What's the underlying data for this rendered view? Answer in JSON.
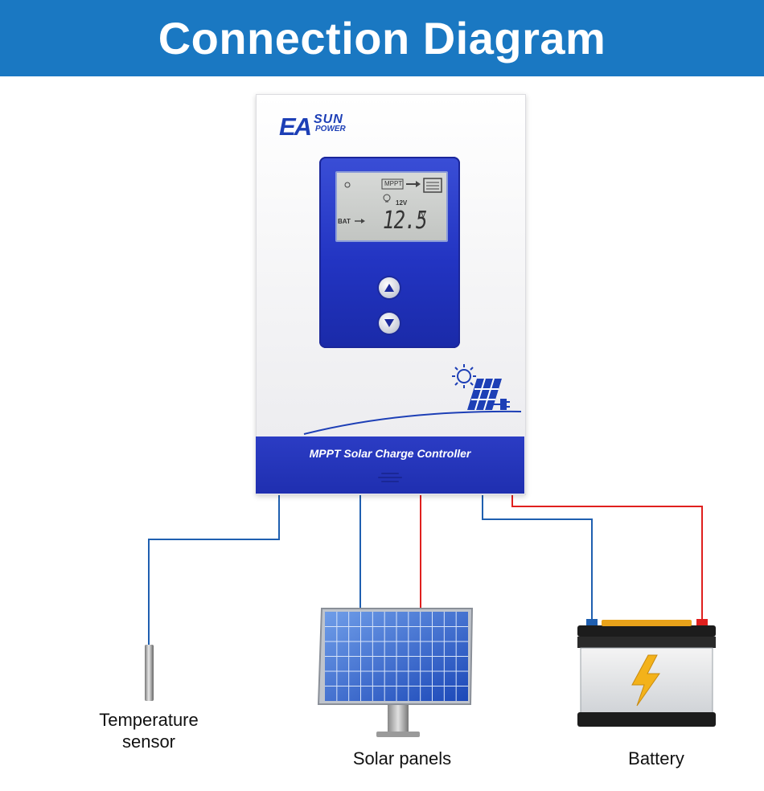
{
  "header": {
    "title": "Connection Diagram"
  },
  "device": {
    "brand_main": "EA",
    "brand_sun": "SUN",
    "brand_power": "POWER",
    "lcd": {
      "mode": "MPPT",
      "system_voltage": "12V",
      "bat_label": "BAT",
      "reading": "12.5",
      "unit": "V"
    },
    "name_bold": "MPPT",
    "name_rest": " Solar Charge Controller"
  },
  "components": {
    "temperature_sensor": "Temperature sensor",
    "solar_panels": "Solar panels",
    "battery": "Battery"
  },
  "colors": {
    "banner": "#1a78c2",
    "device_blue": "#2234c2",
    "wire_negative": "#1f5fb0",
    "wire_positive": "#e0201e"
  }
}
